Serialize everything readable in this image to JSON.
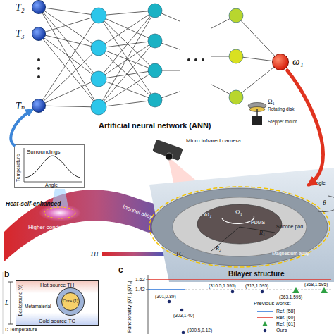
{
  "diagram": {
    "nodes": [
      {
        "text": [
          "T₂"
        ]
      },
      {
        "text": [
          "T₃"
        ]
      },
      {
        "text": [
          "Tₙ"
        ]
      },
      {
        "text": [
          "ω₁"
        ]
      },
      {
        "text": [
          "Surroundings"
        ]
      },
      {
        "text": [
          "Bilayer structure"
        ]
      },
      {
        "text": [
          "Hot source TH",
          "Background (0)",
          "Cold source TC"
        ]
      },
      {
        "text": [
          "Metamaterial"
        ],
        "in": 6
      },
      {
        "text": [
          "Core (1)"
        ],
        "in": 7
      }
    ],
    "edges": [
      {
        "from": 3,
        "to": 5,
        "arrow": "to"
      },
      {
        "from": 4,
        "to": 2,
        "arrow": "to"
      }
    ],
    "labels": [
      "Artificial neural network (ANN)",
      "Ω₁",
      "Rotating disk",
      "Stepper motor",
      "Micro infrared camera",
      "Temperature",
      "Angle",
      "Heat-self-enhanced",
      "Higher conductivity",
      "Inconel alloy",
      "TH",
      "TC",
      "ω₁",
      "Ω₁",
      "R₁",
      "R₂",
      "PDMS",
      "Silicone pad",
      "Magnesium alloy",
      "Angle",
      "θ",
      "b",
      "L",
      "T: Temperature",
      "c",
      "Functionality |∇T₁|/|∇T₀|",
      "1.62",
      "1.42",
      "(301,0.89)",
      "(303,1.40)",
      "(310.5,1.595)",
      "(313,1.595)",
      "(363,1.595)",
      "(368,1.595)",
      "(300.5,0.12)",
      "Previous works:"
    ],
    "legend": [
      {
        "text": "Ref. [58]"
      },
      {
        "text": "Ref. [60]"
      },
      {
        "text": "Ref. [61]"
      },
      {
        "text": "Ours"
      }
    ]
  }
}
